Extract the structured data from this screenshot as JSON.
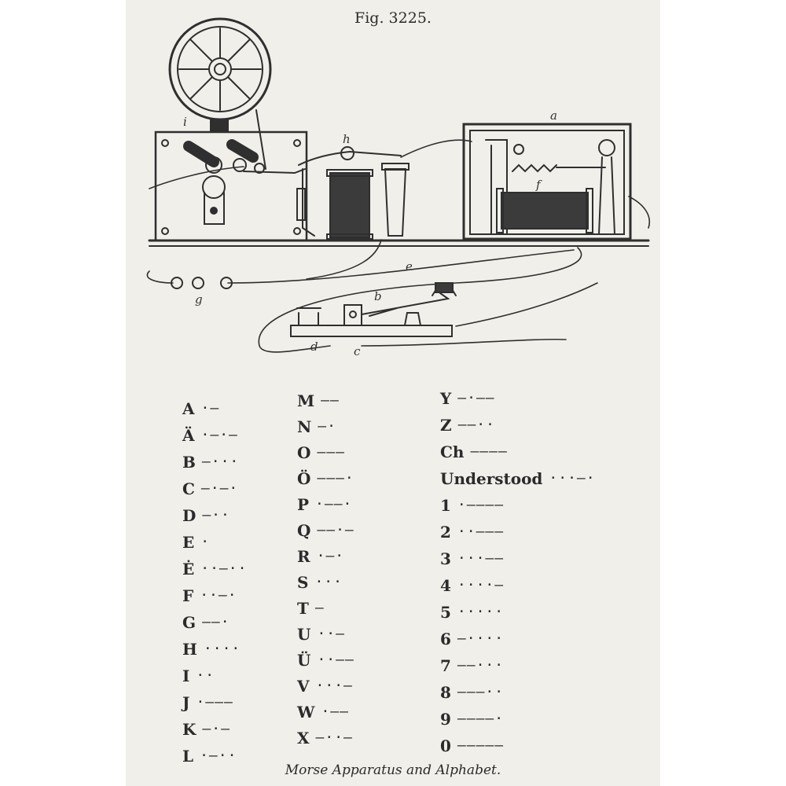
{
  "figure": {
    "title": "Fig. 3225.",
    "caption": "Morse Apparatus and Alphabet."
  },
  "apparatus": {
    "labels": {
      "a": "a",
      "b": "b",
      "c": "c",
      "d": "d",
      "e": "e",
      "f": "f",
      "g": "g",
      "h": "h",
      "i": "i"
    }
  },
  "alphabet": {
    "col1": [
      {
        "char": "A",
        "code": "·—"
      },
      {
        "char": "Ä",
        "code": "·—·—"
      },
      {
        "char": "B",
        "code": "—···"
      },
      {
        "char": "C",
        "code": "—·—·"
      },
      {
        "char": "D",
        "code": "—··"
      },
      {
        "char": "E",
        "code": "·"
      },
      {
        "char": "Ė",
        "code": "··—··"
      },
      {
        "char": "F",
        "code": "··—·"
      },
      {
        "char": "G",
        "code": "——·"
      },
      {
        "char": "H",
        "code": "····"
      },
      {
        "char": "I",
        "code": "··"
      },
      {
        "char": "J",
        "code": "·———"
      },
      {
        "char": "K",
        "code": "—·—"
      },
      {
        "char": "L",
        "code": "·—··"
      }
    ],
    "col2": [
      {
        "char": "M",
        "code": "——"
      },
      {
        "char": "N",
        "code": "—·"
      },
      {
        "char": "O",
        "code": "———"
      },
      {
        "char": "Ö",
        "code": "———·"
      },
      {
        "char": "P",
        "code": "·——·"
      },
      {
        "char": "Q",
        "code": "——·—"
      },
      {
        "char": "R",
        "code": "·—·"
      },
      {
        "char": "S",
        "code": "···"
      },
      {
        "char": "T",
        "code": "—"
      },
      {
        "char": "U",
        "code": "··—"
      },
      {
        "char": "Ü",
        "code": "··——"
      },
      {
        "char": "V",
        "code": "···—"
      },
      {
        "char": "W",
        "code": "·——"
      },
      {
        "char": "X",
        "code": "—··—"
      }
    ],
    "col3": [
      {
        "char": "Y",
        "code": "—·——"
      },
      {
        "char": "Z",
        "code": "——··"
      },
      {
        "char": "Ch",
        "code": "————"
      },
      {
        "char": "Understood",
        "code": "···—·"
      },
      {
        "char": "1",
        "code": "·————"
      },
      {
        "char": "2",
        "code": "··———"
      },
      {
        "char": "3",
        "code": "···——"
      },
      {
        "char": "4",
        "code": "····—"
      },
      {
        "char": "5",
        "code": "·····"
      },
      {
        "char": "6",
        "code": "—····"
      },
      {
        "char": "7",
        "code": "——···"
      },
      {
        "char": "8",
        "code": "———··"
      },
      {
        "char": "9",
        "code": "————·"
      },
      {
        "char": "0",
        "code": "—————"
      }
    ]
  }
}
